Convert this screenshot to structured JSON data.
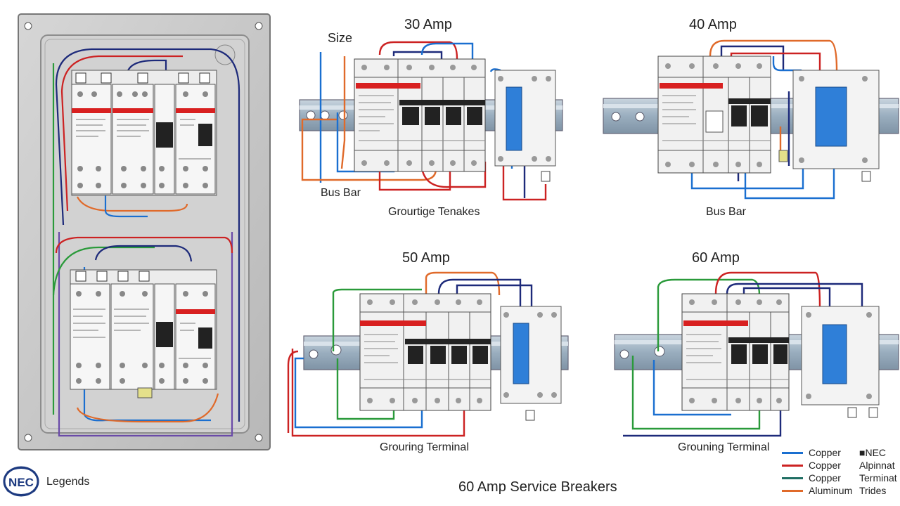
{
  "title": "60 Amp Service Breakers",
  "panels": [
    {
      "amp_label": "30 Amp",
      "labels": [
        "Size",
        "Bus Bar",
        "Grourtige Tenakes"
      ]
    },
    {
      "amp_label": "40 Amp",
      "labels": [
        "Bus Bar"
      ]
    },
    {
      "amp_label": "50 Amp",
      "labels": [
        "Grouring Terminal"
      ]
    },
    {
      "amp_label": "60 Amp",
      "labels": [
        "Grouning Terminal"
      ]
    }
  ],
  "logo": {
    "text": "NEC",
    "caption": "Legends"
  },
  "legend": {
    "items": [
      {
        "label": "Copper",
        "color": "#1a6fd0",
        "note": "■NEC"
      },
      {
        "label": "Copper",
        "color": "#cc2222",
        "note": "Alpinnat"
      },
      {
        "label": "Copper",
        "color": "#1f6e63",
        "note": "Terminat"
      },
      {
        "label": "Aluminum",
        "color": "#e06a2a",
        "note": "Trides"
      }
    ]
  },
  "colors": {
    "copper_blue": "#1a6fd0",
    "red": "#cc2222",
    "green": "#2a9a3a",
    "orange": "#e06a2a",
    "navy": "#1d2a7a",
    "purple": "#6a4aa8",
    "panel_gray": "#c9c9c9",
    "din_rail": "#9bb0c2",
    "breaker_body": "#eeeeee",
    "breaker_red": "#d82020"
  }
}
